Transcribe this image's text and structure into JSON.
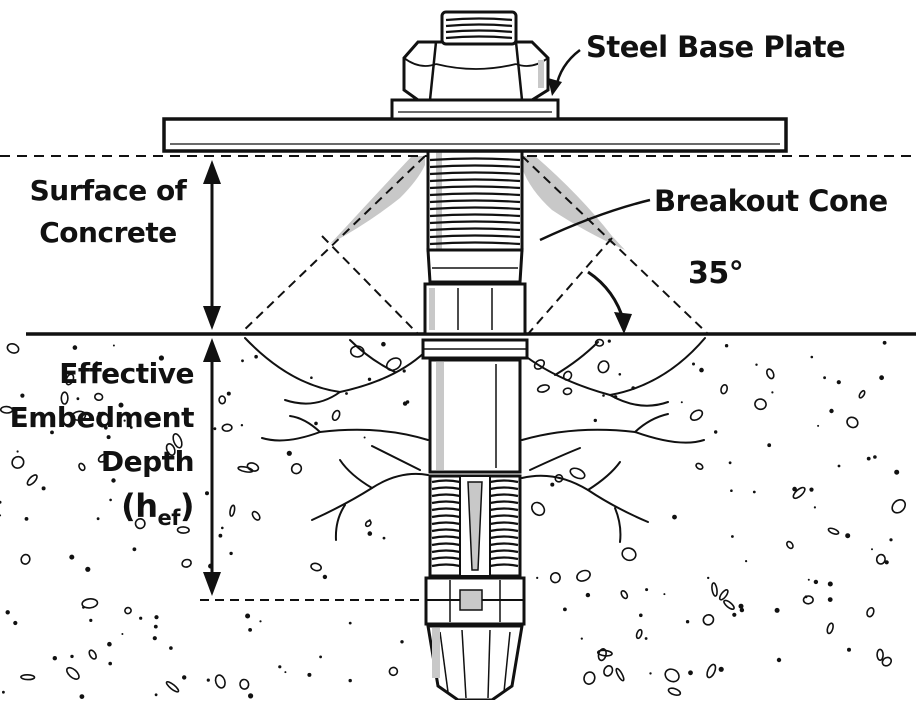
{
  "labels": {
    "steel_base_plate": "Steel Base Plate",
    "surface_line1": "Surface of",
    "surface_line2": "Concrete",
    "breakout_cone": "Breakout Cone",
    "angle": "35°",
    "embed_line1": "Effective",
    "embed_line2": "Embedment",
    "embed_line3": "Depth",
    "hef_open": "(h",
    "hef_sub": "ef",
    "hef_close": ")"
  },
  "colors": {
    "ink": "#111111",
    "shade": "#c8c8c8",
    "background": "#ffffff"
  }
}
